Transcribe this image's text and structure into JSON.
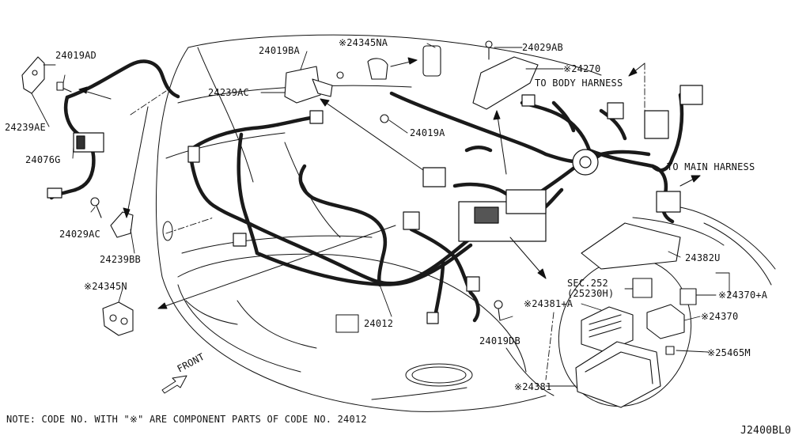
{
  "labels": {
    "p24019AD": "24019AD",
    "p24239AE": "24239AE",
    "p24076G": "24076G",
    "p24029AC": "24029AC",
    "p24239BB": "24239BB",
    "p24345N": "※24345N",
    "p24019BA": "24019BA",
    "p24239AC": "24239AC",
    "p24345NA": "※24345NA",
    "p24019A": "24019A",
    "p24029AB": "24029AB",
    "p24270": "※24270",
    "to_body": "TO BODY HARNESS",
    "to_main": "TO MAIN HARNESS",
    "p24382U": "24382U",
    "sec252": "SEC.252",
    "p25230H": "(25230H)",
    "p24381A": "※24381+A",
    "p24370A": "※24370+A",
    "p24370": "※24370",
    "p25465M": "※25465M",
    "p24019DB": "24019DB",
    "p24012": "24012",
    "p24381": "※24381",
    "front": "FRONT"
  },
  "note": "NOTE: CODE NO. WITH \"※\" ARE COMPONENT PARTS OF CODE NO. 24012",
  "diagram_code": "J2400BL0",
  "colors": {
    "line": "#111111",
    "harness": "#1a1a1a",
    "background": "#ffffff"
  }
}
